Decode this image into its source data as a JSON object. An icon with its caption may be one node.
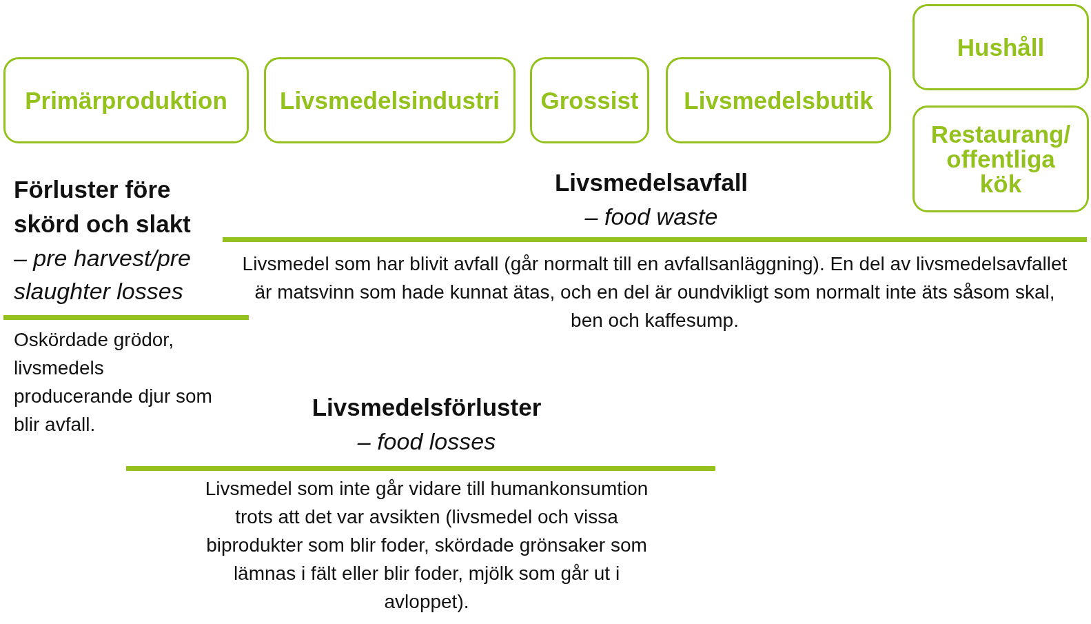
{
  "diagram": {
    "nodes": [
      {
        "text": [
          "Primärproduktion"
        ]
      },
      {
        "text": [
          "Livsmedelsindustri"
        ]
      },
      {
        "text": [
          "Grossist"
        ]
      },
      {
        "text": [
          "Livsmedelsbutik"
        ]
      },
      {
        "text": [
          "Hushåll"
        ]
      },
      {
        "text": [
          "Restaurang/ offentliga kök"
        ]
      }
    ],
    "labels": [
      "Förluster före skörd och slakt",
      "– pre harvest/pre slaughter losses",
      "Oskördade grödor, livsmedels producerande djur som blir avfall.",
      "Livsmedelsavfall",
      "– food waste",
      "Livsmedel som har blivit avfall (går normalt till en avfallsanläggning). En del av livsmedelsavfallet är matsvinn som hade kunnat ätas, och en del är oundvikligt som normalt inte äts såsom skal, ben och kaffesump.",
      "Livsmedelsförluster",
      "– food losses",
      "Livsmedel som inte går vidare till humankonsumtion trots att det var avsikten (livsmedel och vissa biprodukter som blir foder, skördade grönsaker som lämnas i fält eller blir foder, mjölk som går ut i avloppet)."
    ]
  }
}
